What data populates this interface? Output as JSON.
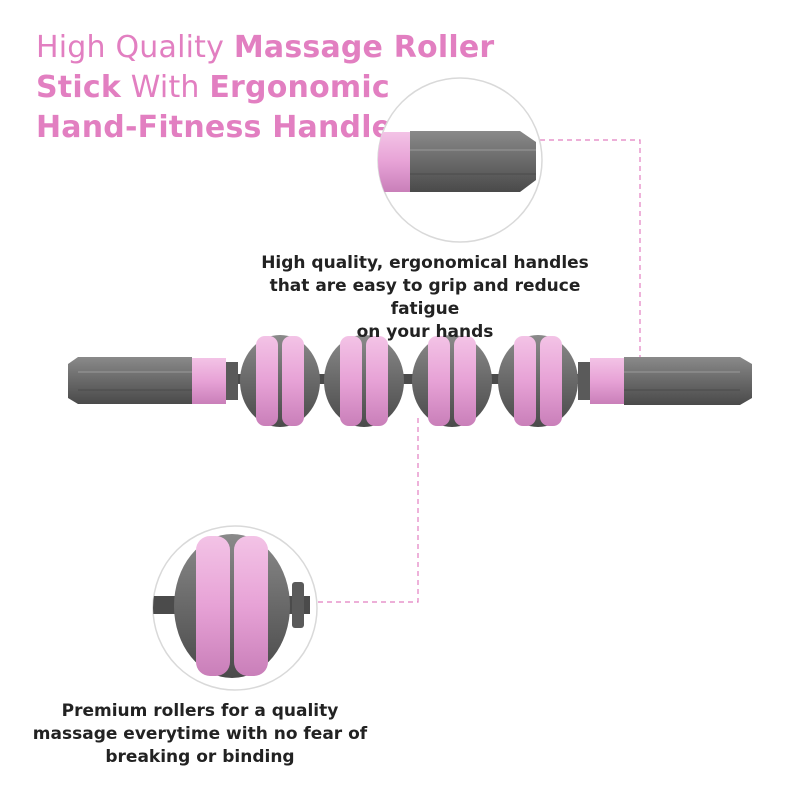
{
  "headline": {
    "line1_a": "High Quality ",
    "line1_b": "Massage Roller",
    "line2_a": "Stick",
    "line2_b": " With ",
    "line2_c": "Ergonomic",
    "line3": "Hand-Fitness Handles"
  },
  "captions": {
    "handle": [
      "High quality, ergonomical handles",
      "that are easy to grip and reduce fatigue",
      "on your hands"
    ],
    "roller": [
      "Premium rollers for a quality",
      "massage everytime with no fear of",
      "breaking or binding"
    ]
  },
  "colors": {
    "accent": "#e27fc1",
    "pink": "#e9a6d8",
    "gray": "#6b6b6b",
    "text": "#222222"
  }
}
